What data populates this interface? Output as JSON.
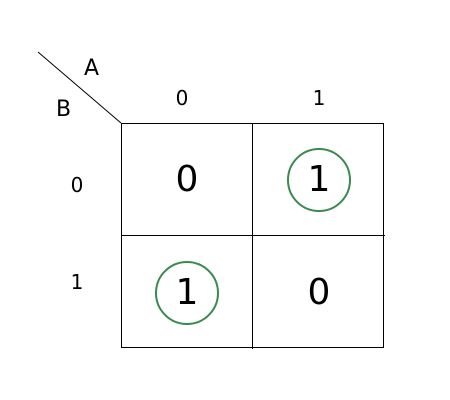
{
  "diagram": {
    "var_a": "A",
    "var_b": "B",
    "col_headers": [
      "0",
      "1"
    ],
    "row_headers": [
      "0",
      "1"
    ],
    "cells": [
      {
        "value": "0",
        "circled": false
      },
      {
        "value": "1",
        "circled": true
      },
      {
        "value": "1",
        "circled": true
      },
      {
        "value": "0",
        "circled": false
      }
    ],
    "circle_color": "#3a8a4f",
    "line_color": "#000000"
  }
}
